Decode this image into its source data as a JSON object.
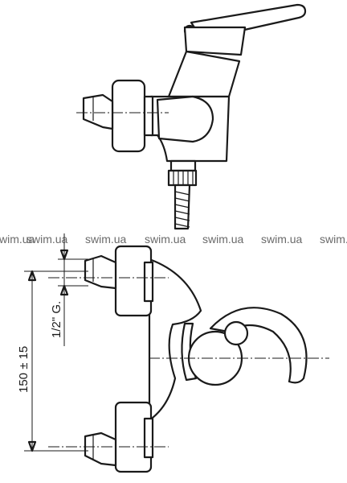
{
  "watermark": {
    "items": [
      "swim.ua",
      "swim.ua",
      "swim.ua",
      "swim.ua",
      "swim.ua",
      "swim.ua"
    ],
    "color": "#6a6a6a"
  },
  "dimensions": {
    "height_label": "150 ± 15",
    "thread_label": "1/2\" G."
  },
  "colors": {
    "line": "#1a1a1a",
    "background": "#ffffff"
  }
}
